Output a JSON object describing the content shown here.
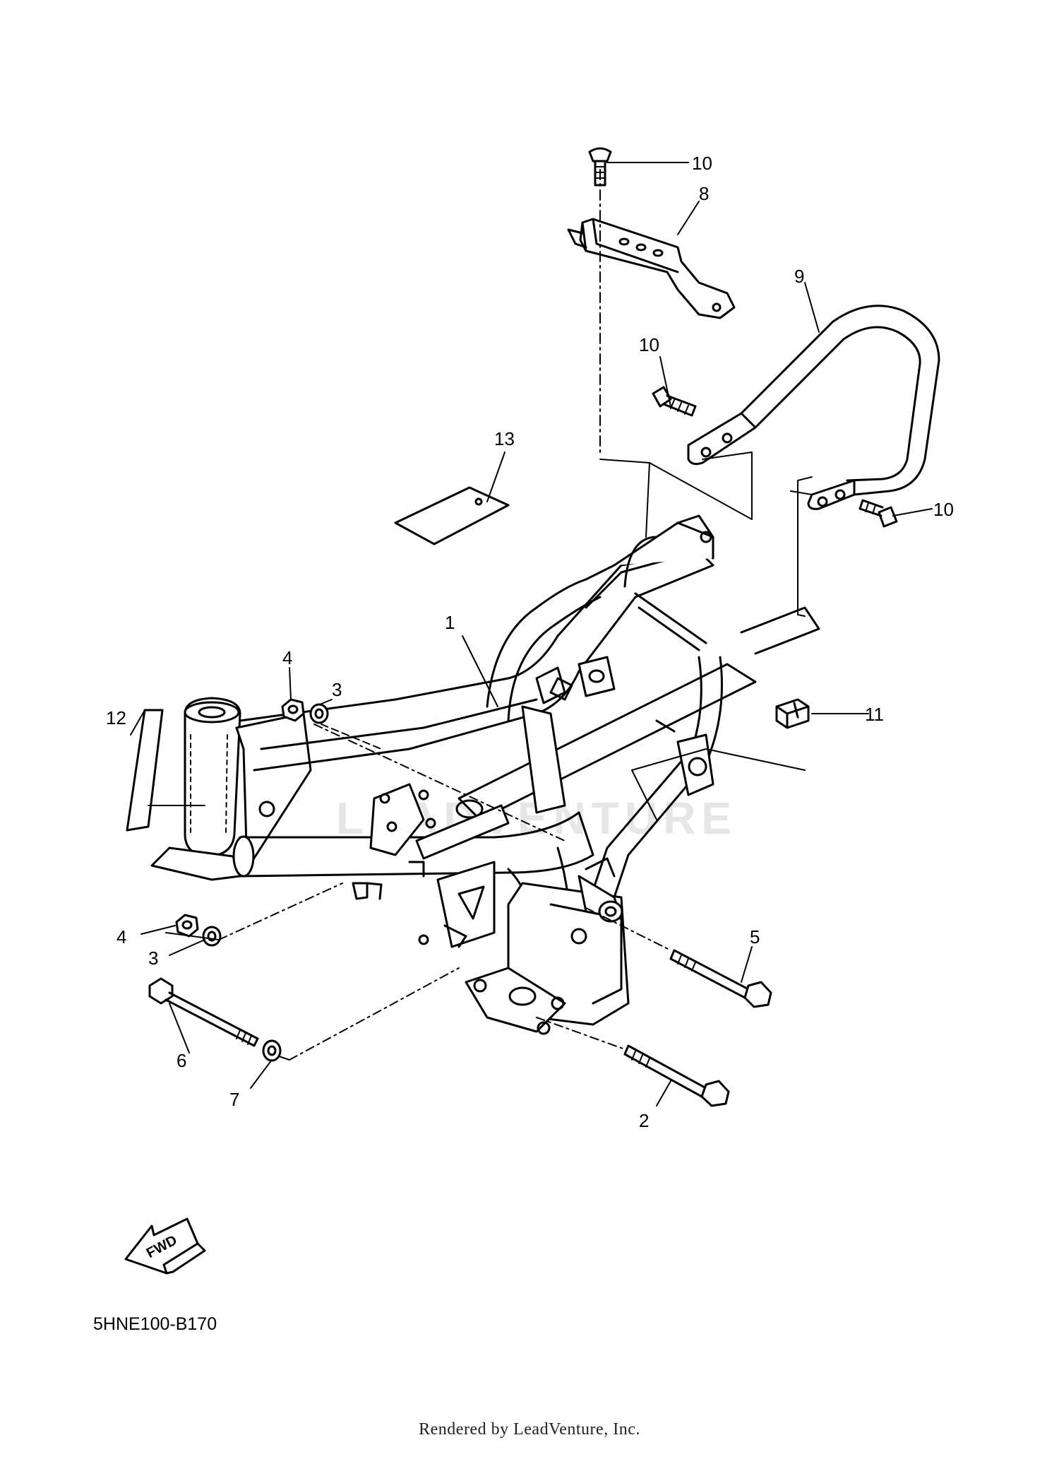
{
  "diagram": {
    "callouts": [
      {
        "id": "1",
        "label": "1"
      },
      {
        "id": "2",
        "label": "2"
      },
      {
        "id": "3a",
        "label": "3"
      },
      {
        "id": "3b",
        "label": "3"
      },
      {
        "id": "4a",
        "label": "4"
      },
      {
        "id": "4b",
        "label": "4"
      },
      {
        "id": "5",
        "label": "5"
      },
      {
        "id": "6",
        "label": "6"
      },
      {
        "id": "7",
        "label": "7"
      },
      {
        "id": "8",
        "label": "8"
      },
      {
        "id": "9",
        "label": "9"
      },
      {
        "id": "10a",
        "label": "10"
      },
      {
        "id": "10b",
        "label": "10"
      },
      {
        "id": "10c",
        "label": "10"
      },
      {
        "id": "11",
        "label": "11"
      },
      {
        "id": "12",
        "label": "12"
      },
      {
        "id": "13",
        "label": "13"
      }
    ],
    "fwd_label": "FWD",
    "watermark": "LEADVENTURE",
    "part_code": "5HNE100-B170",
    "credit": "Rendered by LeadVenture, Inc."
  }
}
